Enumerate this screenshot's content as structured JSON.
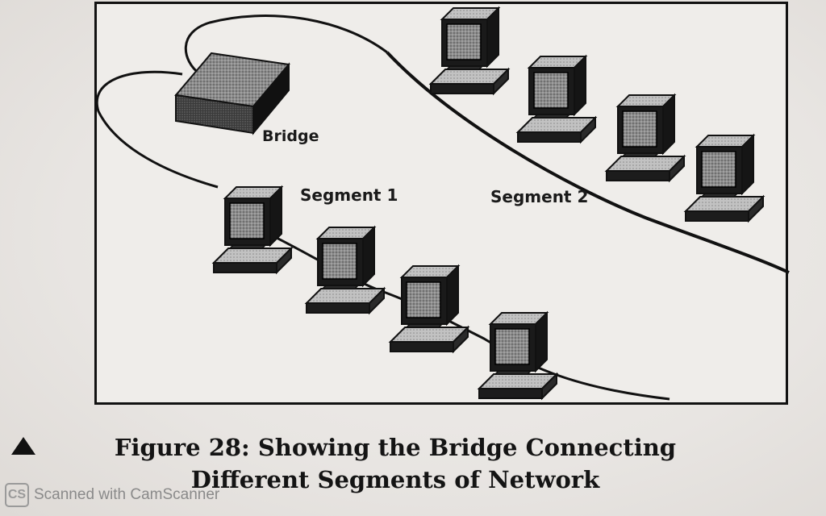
{
  "diagram": {
    "labels": {
      "bridge": "Bridge",
      "segment_1": "Segment 1",
      "segment_2": "Segment 2"
    },
    "segment_1_computer_count": 4,
    "segment_2_computer_count": 4
  },
  "caption": {
    "line_1": "Figure 28: Showing the Bridge Connecting",
    "line_2": "Different Segments of Network"
  },
  "watermark": {
    "logo": "CS",
    "text": "Scanned with CamScanner"
  }
}
